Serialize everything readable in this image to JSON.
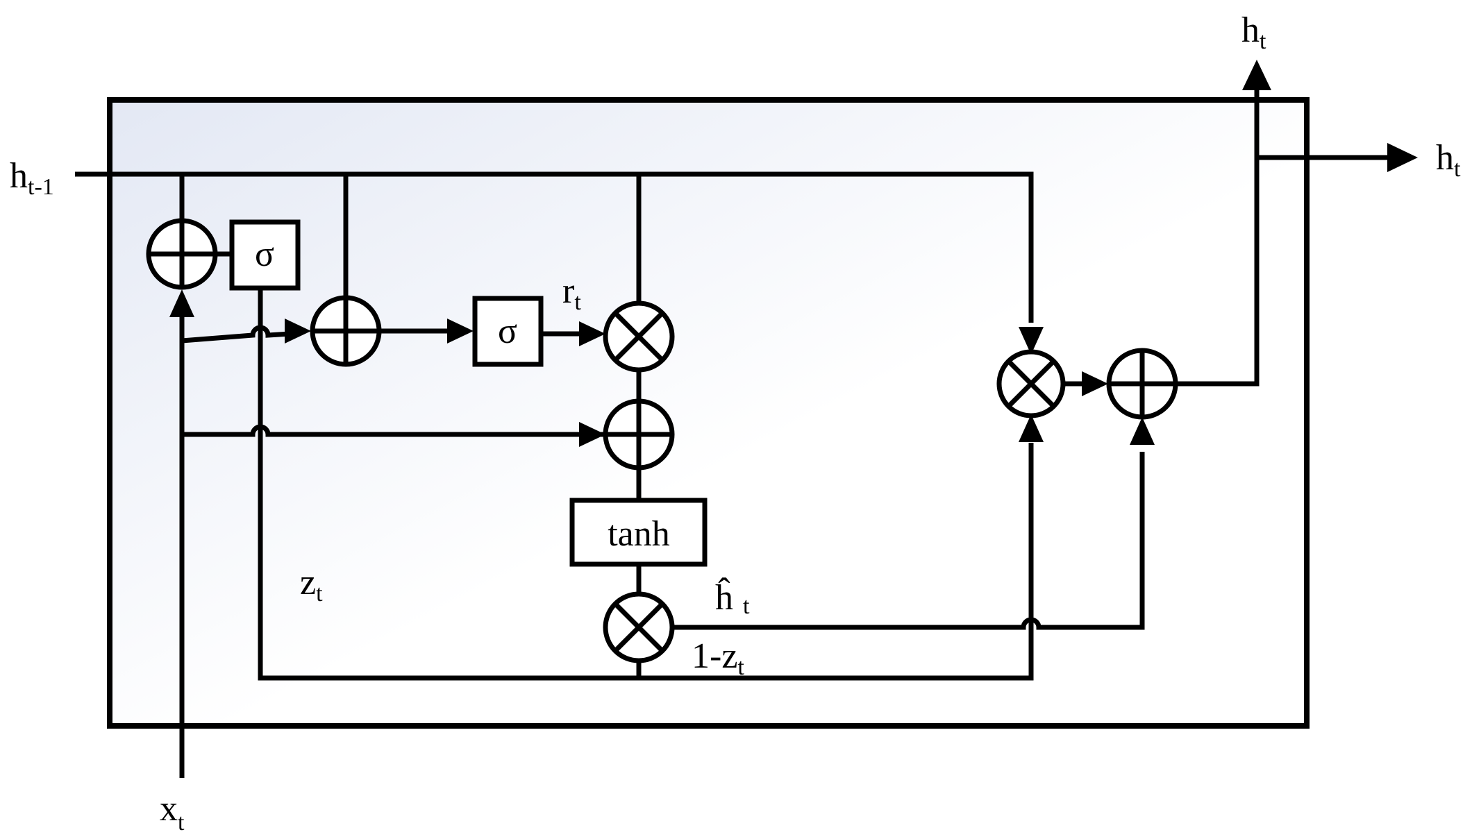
{
  "inputs": {
    "h_prev": {
      "base": "h",
      "sub": "t-1"
    },
    "x": {
      "base": "x",
      "sub": "t"
    }
  },
  "outputs": {
    "h_up": {
      "base": "h",
      "sub": "t"
    },
    "h_right": {
      "base": "h",
      "sub": "t"
    }
  },
  "gates": {
    "sigma_update": "σ",
    "sigma_reset": "σ",
    "tanh": "tanh"
  },
  "signals": {
    "r": {
      "base": "r",
      "sub": "t"
    },
    "z": {
      "base": "z",
      "sub": "t"
    },
    "h_hat": {
      "base": "ĥ",
      "sub": "t"
    },
    "one_minus_z": {
      "base": "1-z",
      "sub": "t"
    }
  },
  "colors": {
    "cell_fill_start": "#e3e8f4",
    "cell_fill_end": "#ffffff",
    "stroke": "#000000"
  }
}
